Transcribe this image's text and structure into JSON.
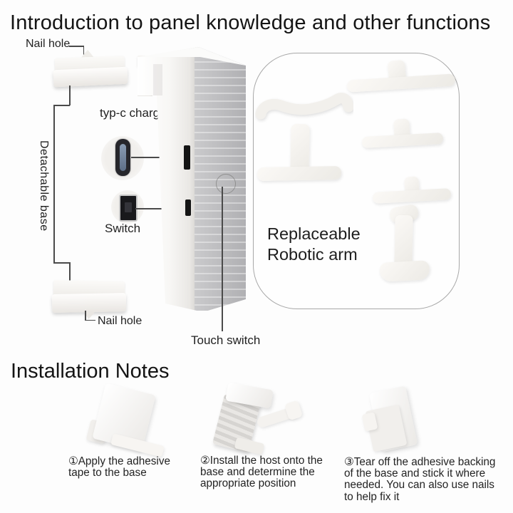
{
  "header": {
    "title": "Introduction to panel knowledge and other functions"
  },
  "diagram": {
    "labels": {
      "nail_hole_top": "Nail hole",
      "typc_charging": "typ-c charging",
      "switch": "Switch",
      "detachable_base": "Detachable base",
      "nail_hole_bottom": "Nail hole",
      "touch_switch": "Touch switch",
      "replaceable_arm": "Replaceable Robotic arm"
    },
    "icons": {
      "usb_c_port": "usb-c-port-photo",
      "toggle_switch": "toggle-switch-photo",
      "host_panel": "host-panel-photo",
      "mount_bracket": "mount-bracket-photo",
      "robotic_arms": "replaceable-arm-photos"
    }
  },
  "installation": {
    "heading": "Installation Notes",
    "steps": [
      {
        "text": "①Apply the adhesive tape to the base"
      },
      {
        "text": "②Install the host onto the base and determine the appropriate position"
      },
      {
        "text": "③Tear off the adhesive backing of the base and stick it where needed. You can also use nails to help fix it"
      }
    ]
  },
  "colors": {
    "background": "#fdfdfd",
    "text": "#1c1c1c",
    "callout_line": "#4a4a4a",
    "panel_side_gray": "#b4b4b6",
    "plastic_white": "#f6f4f1",
    "slot_black": "#141414",
    "usb_port_inner": "#7487a0",
    "rounded_box_border": "#a8a8a8"
  }
}
